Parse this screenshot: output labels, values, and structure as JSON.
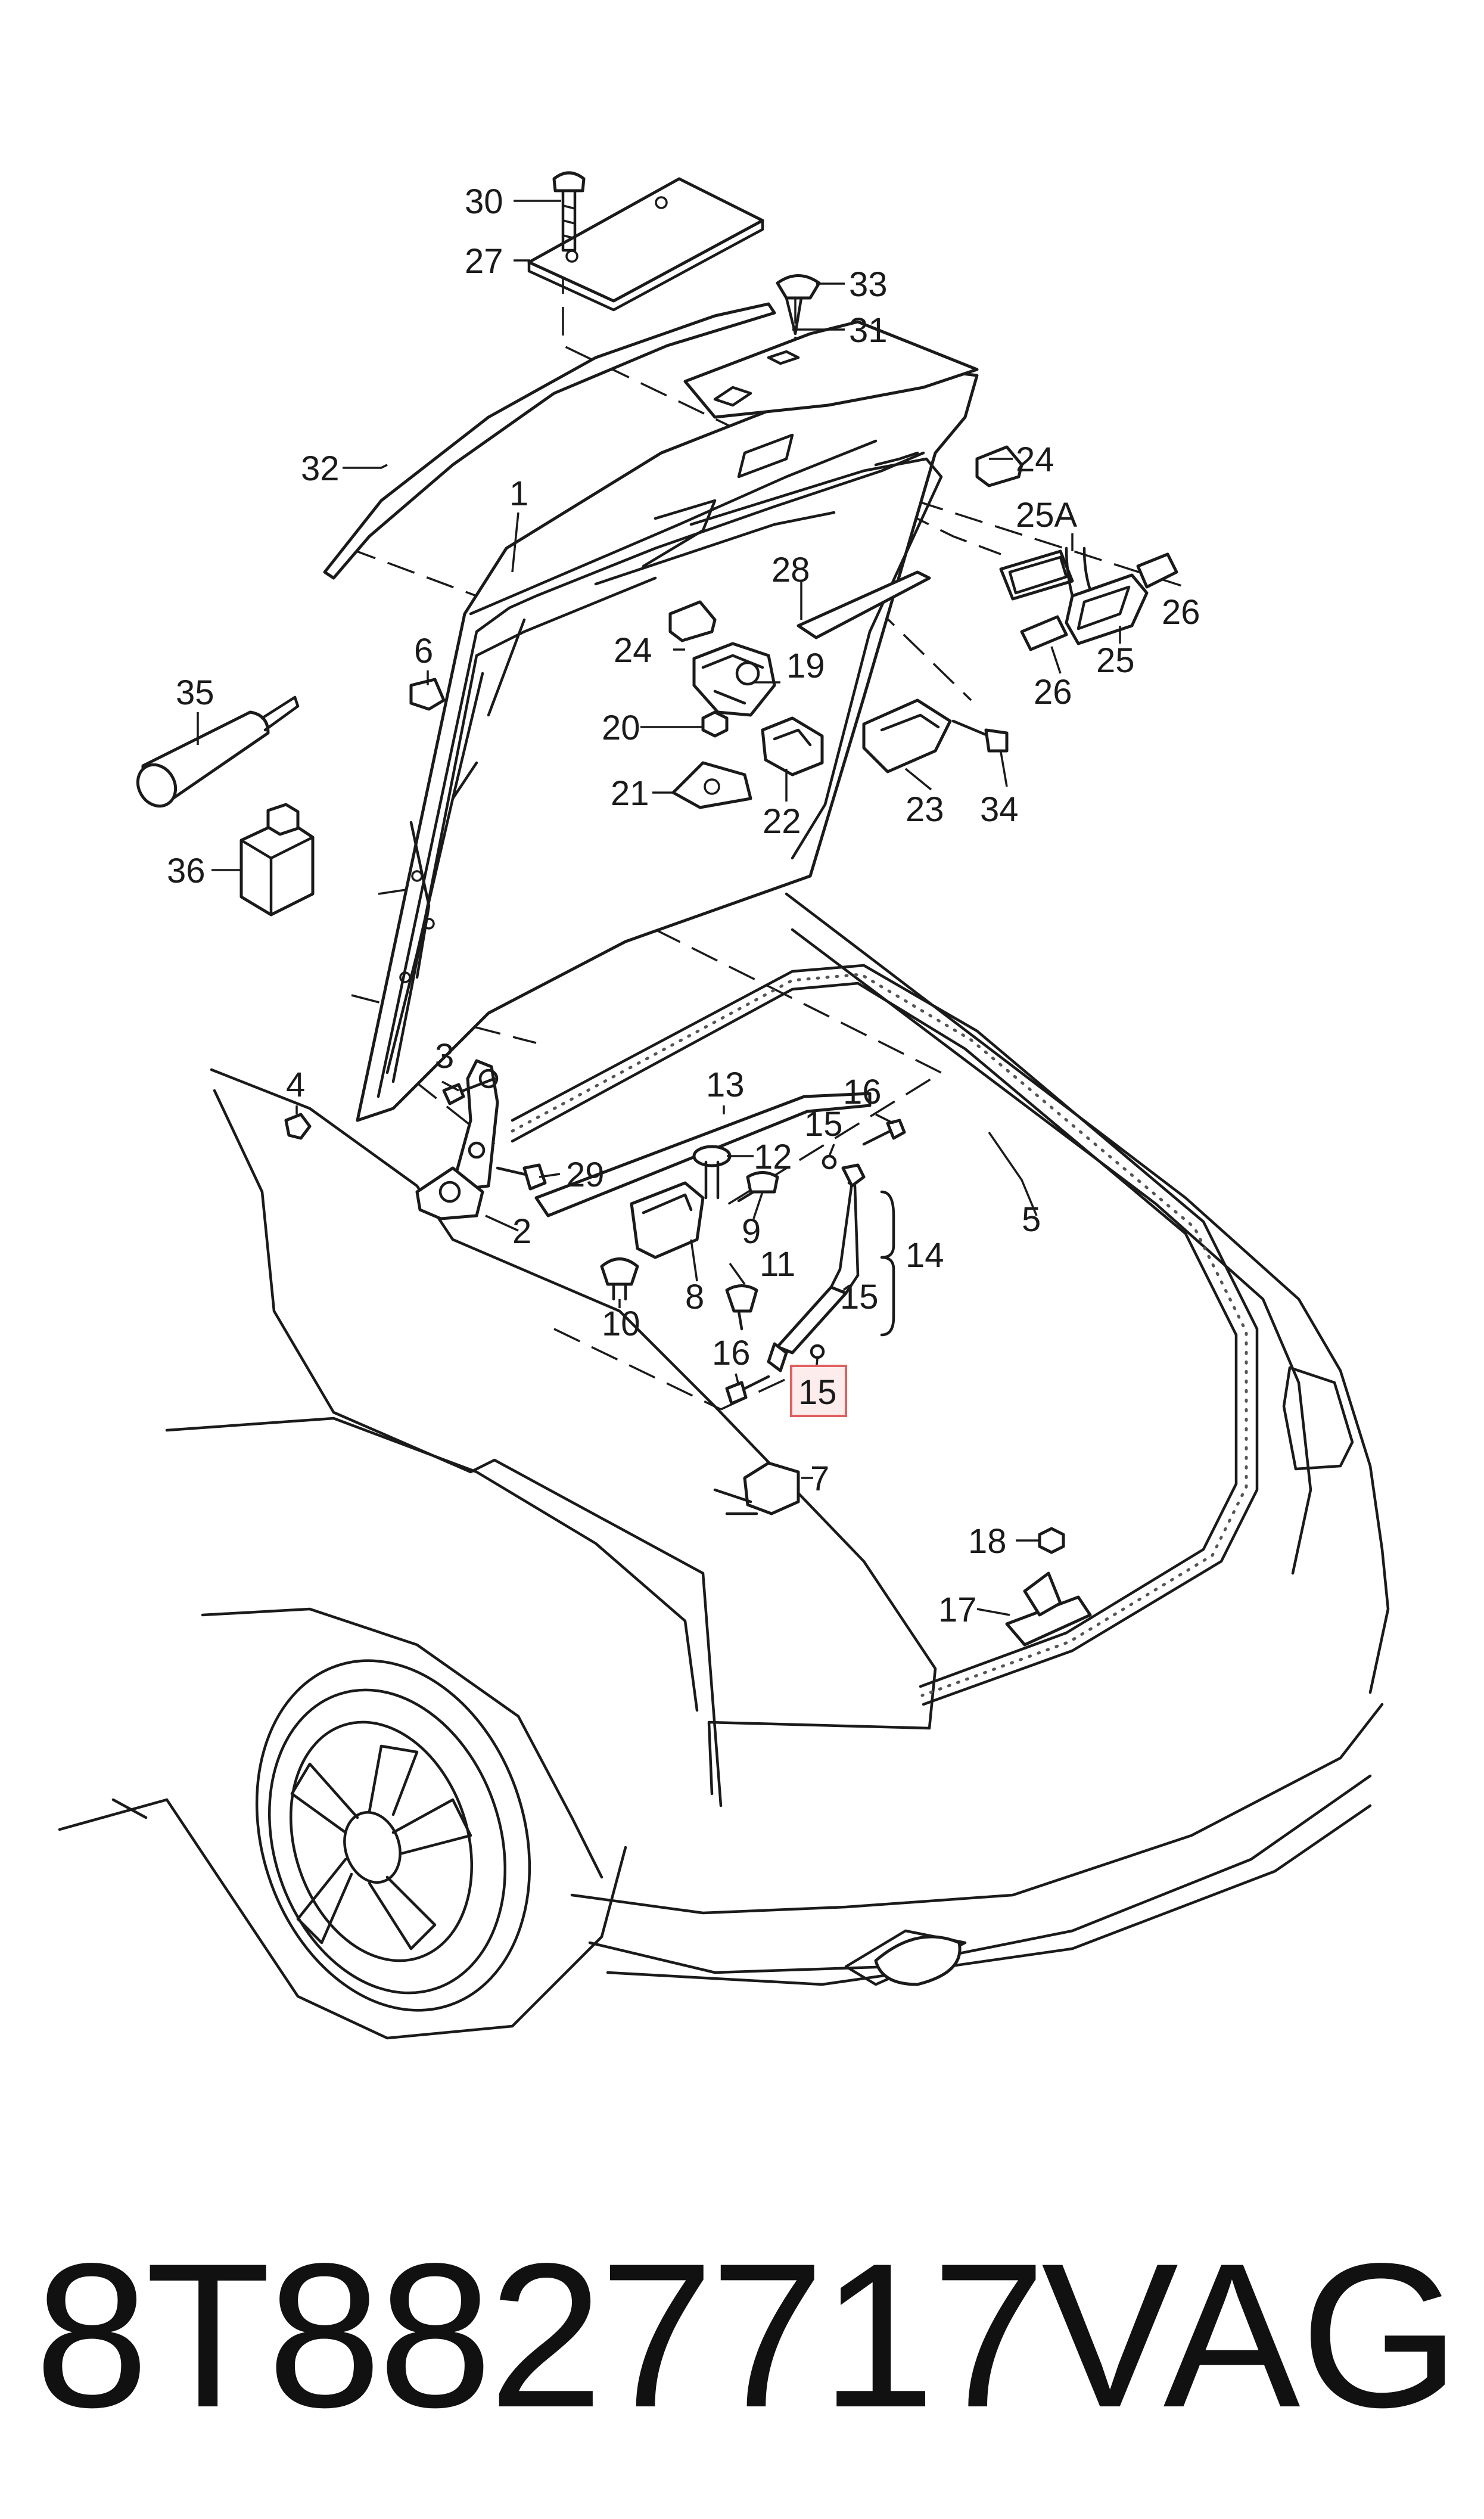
{
  "callouts": [
    {
      "id": "c30",
      "label": "30"
    },
    {
      "id": "c27",
      "label": "27"
    },
    {
      "id": "c33",
      "label": "33"
    },
    {
      "id": "c31",
      "label": "31"
    },
    {
      "id": "c32",
      "label": "32"
    },
    {
      "id": "c1",
      "label": "1"
    },
    {
      "id": "c24a",
      "label": "24"
    },
    {
      "id": "c25A",
      "label": "25A"
    },
    {
      "id": "c28",
      "label": "28"
    },
    {
      "id": "c26a",
      "label": "26"
    },
    {
      "id": "c24b",
      "label": "24"
    },
    {
      "id": "c19",
      "label": "19"
    },
    {
      "id": "c25",
      "label": "25"
    },
    {
      "id": "c6",
      "label": "6"
    },
    {
      "id": "c26b",
      "label": "26"
    },
    {
      "id": "c35",
      "label": "35"
    },
    {
      "id": "c20",
      "label": "20"
    },
    {
      "id": "c21",
      "label": "21"
    },
    {
      "id": "c22",
      "label": "22"
    },
    {
      "id": "c23",
      "label": "23"
    },
    {
      "id": "c34",
      "label": "34"
    },
    {
      "id": "c36",
      "label": "36"
    },
    {
      "id": "c3",
      "label": "3"
    },
    {
      "id": "c13",
      "label": "13"
    },
    {
      "id": "c4",
      "label": "4"
    },
    {
      "id": "c16a",
      "label": "16"
    },
    {
      "id": "c29",
      "label": "29"
    },
    {
      "id": "c15a",
      "label": "15"
    },
    {
      "id": "c12",
      "label": "12"
    },
    {
      "id": "c2",
      "label": "2"
    },
    {
      "id": "c9",
      "label": "9"
    },
    {
      "id": "c5",
      "label": "5"
    },
    {
      "id": "c14",
      "label": "14"
    },
    {
      "id": "c11",
      "label": "11"
    },
    {
      "id": "c8",
      "label": "8"
    },
    {
      "id": "c15b",
      "label": "15"
    },
    {
      "id": "c10",
      "label": "10"
    },
    {
      "id": "c16b",
      "label": "16"
    },
    {
      "id": "c15c",
      "label": "15"
    },
    {
      "id": "c7",
      "label": "7"
    },
    {
      "id": "c18",
      "label": "18"
    },
    {
      "id": "c17",
      "label": "17"
    }
  ],
  "highlighted_callout": "15",
  "part_number": "8T8827717",
  "brand": "VAG"
}
